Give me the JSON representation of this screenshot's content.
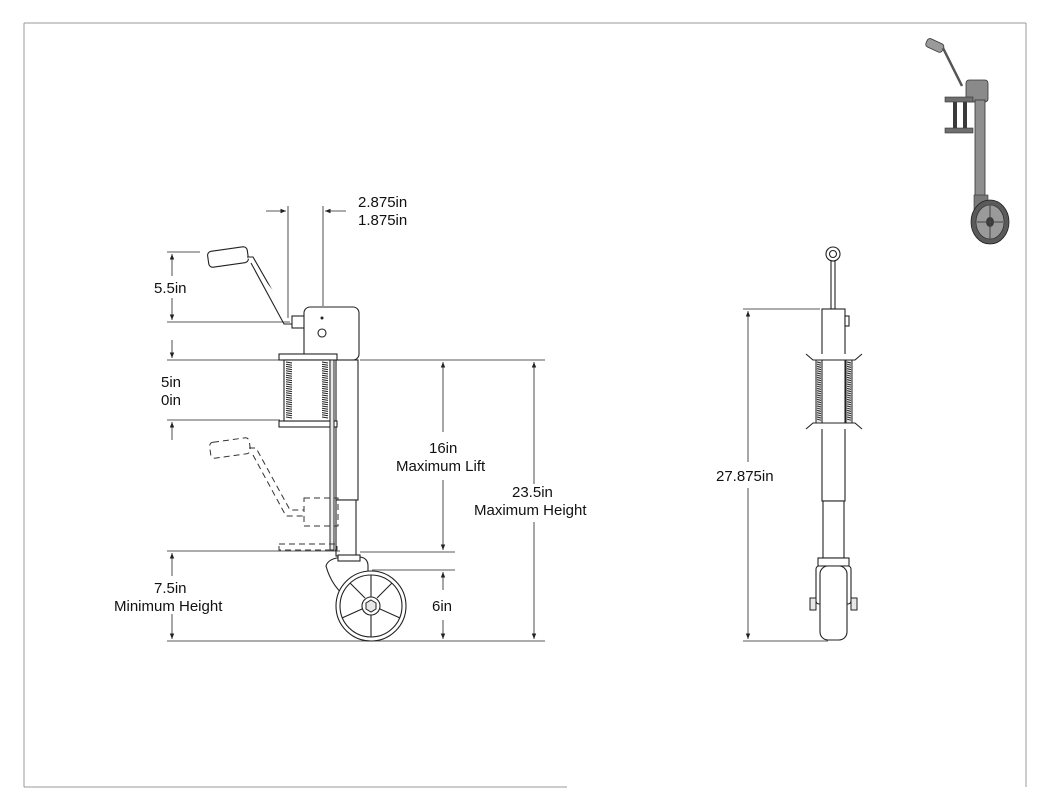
{
  "drawing": {
    "views": {
      "side": {
        "dimensions": {
          "offset_upper": "2.875in",
          "offset_lower": "1.875in",
          "handle_height": "5.5in",
          "bracket_range_top": "5in",
          "bracket_range_bottom": "0in",
          "lift_value": "16in",
          "lift_label": "Maximum Lift",
          "max_height_value": "23.5in",
          "max_height_label": "Maximum Height",
          "min_height_value": "7.5in",
          "min_height_label": "Minimum Height",
          "wheel_diameter": "6in"
        }
      },
      "front": {
        "dimensions": {
          "overall_height": "27.875in"
        }
      }
    }
  },
  "colors": {
    "line": "#222222",
    "iso_body": "#8a8a8a",
    "iso_dark": "#3a3a3a"
  }
}
